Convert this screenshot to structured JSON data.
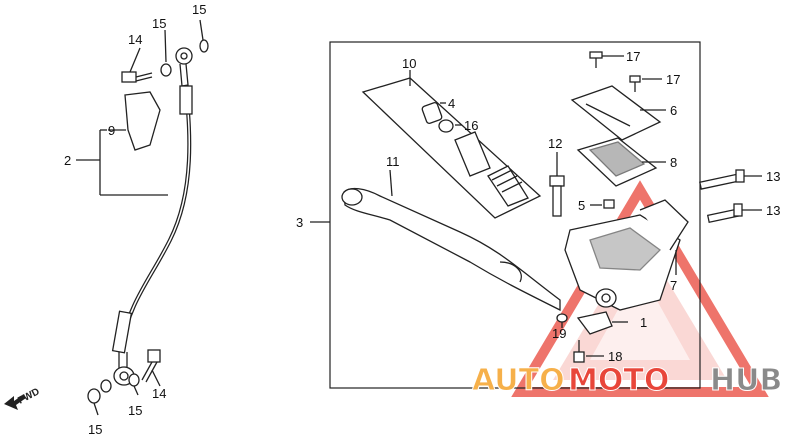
{
  "callouts": {
    "c1": "1",
    "c2": "2",
    "c3": "3",
    "c4": "4",
    "c5": "5",
    "c6": "6",
    "c7": "7",
    "c8": "8",
    "c9": "9",
    "c10": "10",
    "c11": "11",
    "c12": "12",
    "c13a": "13",
    "c13b": "13",
    "c14a": "14",
    "c14b": "14",
    "c15a": "15",
    "c15b": "15",
    "c15c": "15",
    "c15d": "15",
    "c16": "16",
    "c17a": "17",
    "c17b": "17",
    "c18": "18",
    "c19": "19"
  },
  "fwd_label": "FWD",
  "watermark": {
    "part1": "AUTO",
    "part2": "MOTO",
    "part3": "HUB"
  },
  "colors": {
    "line": "#222222",
    "watermark_orange": "#f6b04a",
    "watermark_red": "#e8463a",
    "watermark_gray": "#8a8a8a"
  }
}
